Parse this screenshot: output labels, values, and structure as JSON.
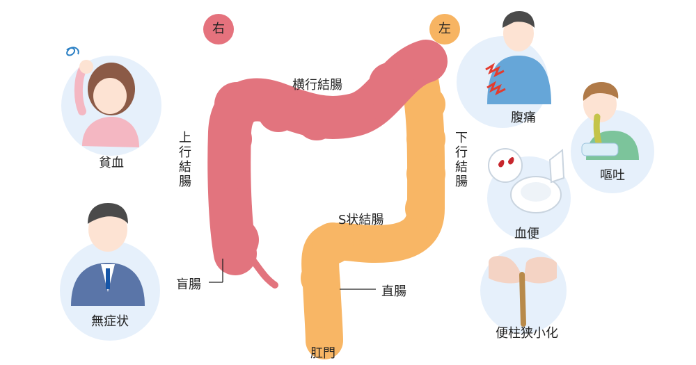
{
  "colors": {
    "right_colon": "#e2747e",
    "left_colon": "#f8b665",
    "circle_bg": "#e6f0fb",
    "right_badge": "#e5727d",
    "left_badge": "#f7b462"
  },
  "sides": {
    "right": "右",
    "left": "左"
  },
  "colon_labels": {
    "transverse": "横行結腸",
    "ascending": "上\n行\n結\n腸",
    "descending": "下\n行\n結\n腸",
    "sigmoid": "S状結腸",
    "cecum": "盲腸",
    "rectum": "直腸",
    "anus": "肛門"
  },
  "symptoms": {
    "anemia": {
      "label": "貧血",
      "icon": "dizzy-woman-icon"
    },
    "none": {
      "label": "無症状",
      "icon": "businessman-icon"
    },
    "abdominal_pain": {
      "label": "腹痛",
      "icon": "stomach-ache-man-icon"
    },
    "vomiting": {
      "label": "嘔吐",
      "icon": "vomiting-boy-icon"
    },
    "bloody_stool": {
      "label": "血便",
      "icon": "toilet-blood-icon"
    },
    "narrow_stool": {
      "label": "便柱狭小化",
      "icon": "narrow-stool-icon"
    }
  }
}
